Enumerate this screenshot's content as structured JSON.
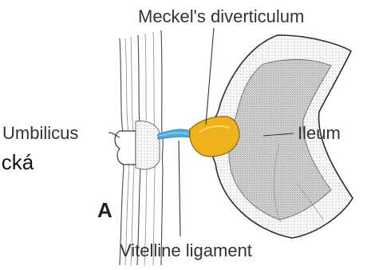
{
  "labels": {
    "meckels": "Meckel's diverticulum",
    "umbilicus": "Umbilicus",
    "ileum": "Ileum",
    "vitelline": "Vitelline ligament"
  },
  "panel_letter": "A",
  "partial_text": "ická",
  "colors": {
    "diverticulum": "#f0b21c",
    "ligament": "#46aee0",
    "outline": "#3a3a3a",
    "stipple": "#bdbdbd"
  }
}
